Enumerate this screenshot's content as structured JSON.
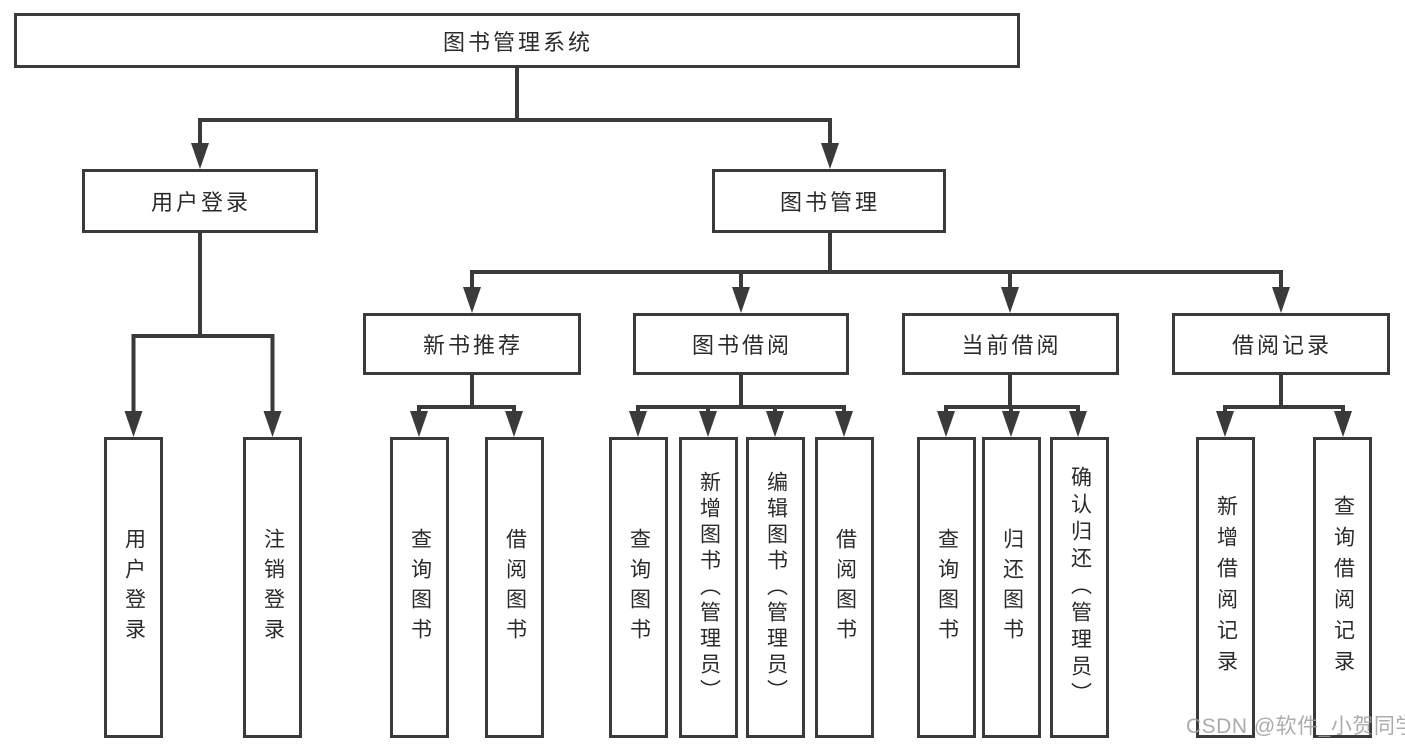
{
  "tree": {
    "root": {
      "label": "图书管理系统"
    },
    "branches": [
      {
        "label": "用户登录",
        "children": [
          {
            "label": "用户登录"
          },
          {
            "label": "注销登录"
          }
        ]
      },
      {
        "label": "图书管理",
        "children": [
          {
            "label": "新书推荐",
            "children": [
              {
                "label": "查询图书"
              },
              {
                "label": "借阅图书"
              }
            ]
          },
          {
            "label": "图书借阅",
            "children": [
              {
                "label": "查询图书"
              },
              {
                "label": "新增图书（管理员）"
              },
              {
                "label": "编辑图书（管理员）"
              },
              {
                "label": "借阅图书"
              }
            ]
          },
          {
            "label": "当前借阅",
            "children": [
              {
                "label": "查询图书"
              },
              {
                "label": "归还图书"
              },
              {
                "label": "确认归还（管理员）"
              }
            ]
          },
          {
            "label": "借阅记录",
            "children": [
              {
                "label": "新增借阅记录"
              },
              {
                "label": "查询借阅记录"
              }
            ]
          }
        ]
      }
    ]
  },
  "watermark": {
    "text": "CSDN @软件_小贺同学"
  },
  "colors": {
    "line": "#3a3a3a",
    "text": "#2b2b2b",
    "background": "#ffffff",
    "watermark": "#9e9e9e"
  }
}
